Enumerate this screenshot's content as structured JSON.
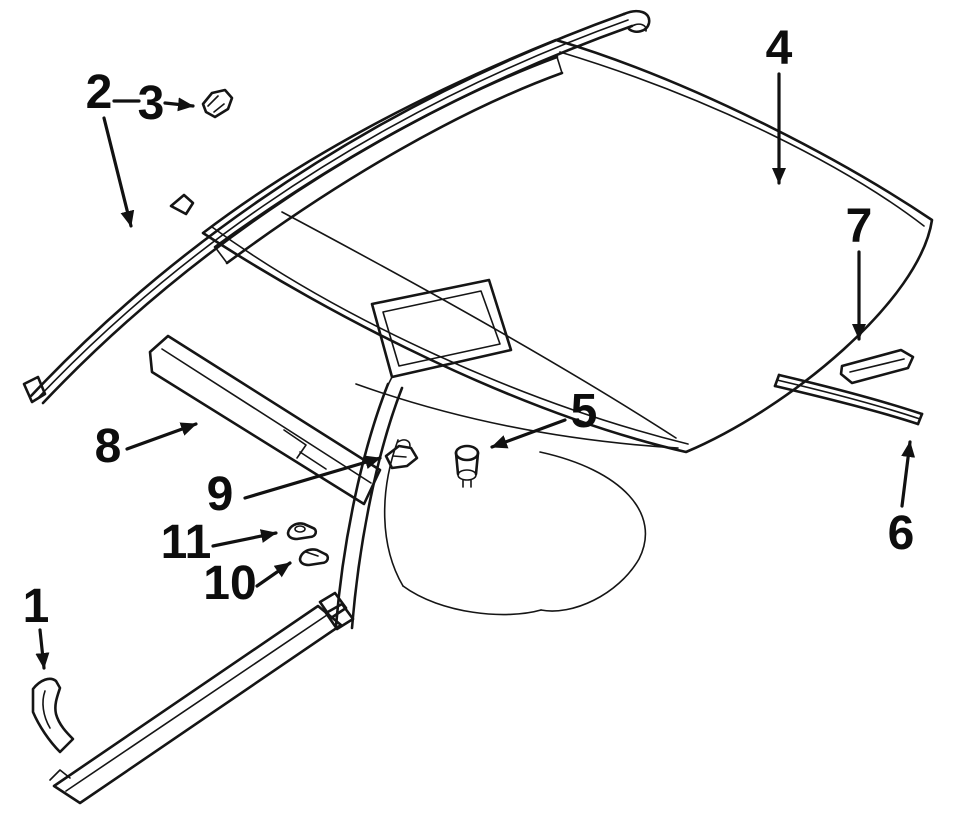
{
  "figure": {
    "kind": "exploded-parts-diagram",
    "subject": "Vehicle roof panel, moldings and interior trim",
    "background_color": "#ffffff",
    "line_color": "#151515"
  },
  "callouts": [
    {
      "label": "1"
    },
    {
      "label": "2"
    },
    {
      "label": "3"
    },
    {
      "label": "4"
    },
    {
      "label": "5"
    },
    {
      "label": "6"
    },
    {
      "label": "7"
    },
    {
      "label": "8"
    },
    {
      "label": "9"
    },
    {
      "label": "10"
    },
    {
      "label": "11"
    }
  ]
}
